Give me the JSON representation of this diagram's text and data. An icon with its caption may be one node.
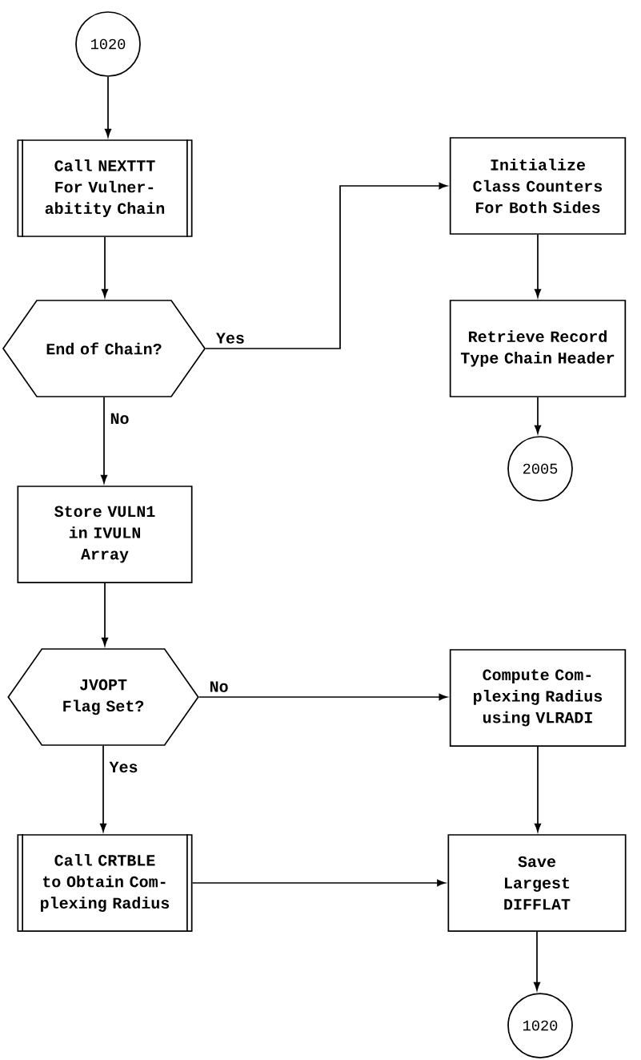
{
  "diagram": {
    "nodes": [
      {
        "text": [
          "1020"
        ]
      },
      {
        "text": [
          "Call NEXTTT For Vulner- abitity Chain"
        ]
      },
      {
        "text": [
          "End of Chain?"
        ]
      },
      {
        "text": [
          "Initialize Class Counters For Both Sides"
        ]
      },
      {
        "text": [
          "Retrieve Record Type Chain Header"
        ]
      },
      {
        "text": [
          "2005"
        ]
      },
      {
        "text": [
          "Store VULN1 in IVULN Array"
        ]
      },
      {
        "text": [
          "JVOPT Flag Set?"
        ]
      },
      {
        "text": [
          "Compute Com- plexing Radius using VLRADI"
        ]
      },
      {
        "text": [
          "Call CRTBLE to Obtain Com- plexing Radius"
        ]
      },
      {
        "text": [
          "Save Largest DIFFLAT"
        ]
      },
      {
        "text": [
          "1020"
        ]
      }
    ],
    "edges": [
      {
        "from": 0,
        "to": 1,
        "arrow": "to"
      },
      {
        "from": 1,
        "to": 2,
        "arrow": "to"
      },
      {
        "from": 2,
        "to": 3,
        "arrow": "to",
        "label": "Yes"
      },
      {
        "from": 3,
        "to": 4,
        "arrow": "to"
      },
      {
        "from": 4,
        "to": 5,
        "arrow": "to"
      },
      {
        "from": 2,
        "to": 6,
        "arrow": "to",
        "label": "No"
      },
      {
        "from": 6,
        "to": 7,
        "arrow": "to"
      },
      {
        "from": 7,
        "to": 8,
        "arrow": "to",
        "label": "No"
      },
      {
        "from": 7,
        "to": 9,
        "arrow": "to",
        "label": "Yes"
      },
      {
        "from": 8,
        "to": 10,
        "arrow": "to"
      },
      {
        "from": 9,
        "to": 10,
        "arrow": "to"
      },
      {
        "from": 10,
        "to": 11,
        "arrow": "to"
      }
    ]
  }
}
